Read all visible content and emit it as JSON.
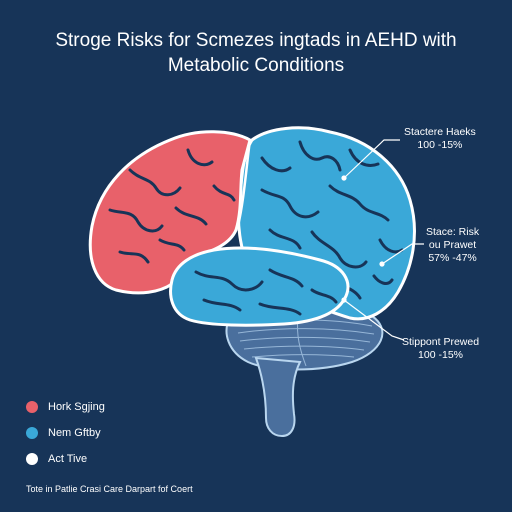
{
  "title": {
    "line1": "Stroge Risks for Scmezes ingtads in AEHD with",
    "line2": "Metabolic Conditions"
  },
  "callouts": [
    {
      "line1": "Stactere Haeks",
      "line2": "100 -15%"
    },
    {
      "line1": "Stace: Risk",
      "line2": "ou Prawet",
      "line3": "57% -47%"
    },
    {
      "line1": "Stippont Prewed",
      "line2": "100 -15%"
    }
  ],
  "legend": [
    {
      "label": "Hork Sgjing",
      "color": "#e8616a"
    },
    {
      "label": "Nem Gftby",
      "color": "#3aa8d8"
    },
    {
      "label": "Act Tive",
      "color": "#ffffff"
    }
  ],
  "footer": "Tote in Patlie Crasi Care Darpart fof Coert",
  "colors": {
    "background": "#173458",
    "frontal": "#e8616a",
    "parietal": "#3aa8d8",
    "cerebellum": "#4a6f9d",
    "outline": "#ffffff"
  }
}
